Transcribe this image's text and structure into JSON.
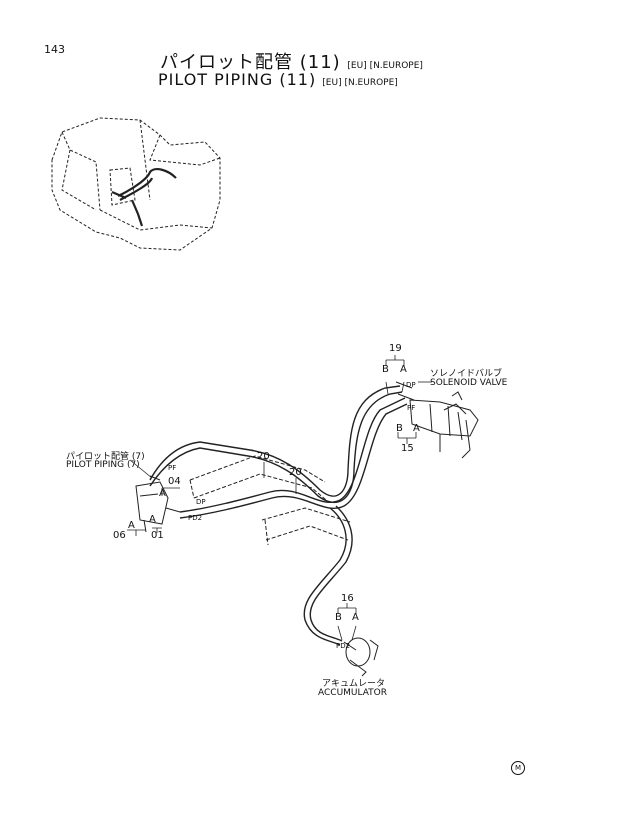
{
  "page_number": "143",
  "title": {
    "jp_main": "パイロット配管 (11)",
    "jp_tag": "[EU] [N.EUROPE]",
    "en_main": "PILOT PIPING (11)",
    "en_tag": "[EU] [N.EUROPE]"
  },
  "labels": {
    "solenoid_jp": "ソレノイドバルブ",
    "solenoid_en": "SOLENOID VALVE",
    "pilot_jp": "パイロット配管 (7)",
    "pilot_en": "PILOT PIPING (7)",
    "accumulator_jp": "アキュムレータ",
    "accumulator_en": "ACCUMULATOR"
  },
  "callouts": {
    "c19": "19",
    "c15": "15",
    "c16": "16",
    "c20a": "20",
    "c20b": "20",
    "c04": "04",
    "c06": "06",
    "c01": "01",
    "B": "B",
    "A": "A",
    "DP": "DP",
    "PF": "PF",
    "PD2": "PD2"
  },
  "mark": "M"
}
